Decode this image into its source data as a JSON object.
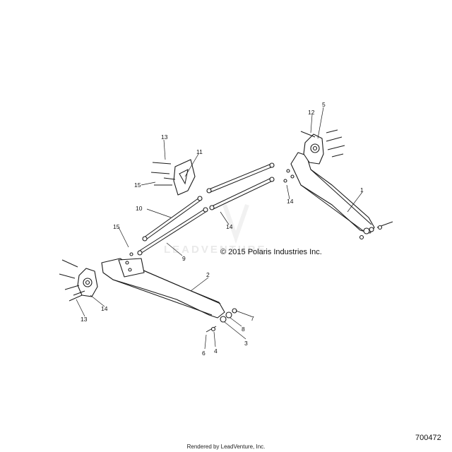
{
  "diagram": {
    "copyright": "© 2015 Polaris Industries Inc.",
    "document_number": "700472",
    "rendered_by": "Rendered by LeadVenture, Inc.",
    "watermark": "LEADVENTURE",
    "callouts": [
      "1",
      "2",
      "3",
      "4",
      "5",
      "6",
      "7",
      "8",
      "9",
      "10",
      "11",
      "12",
      "13",
      "13",
      "14",
      "14",
      "14",
      "15",
      "15"
    ]
  }
}
